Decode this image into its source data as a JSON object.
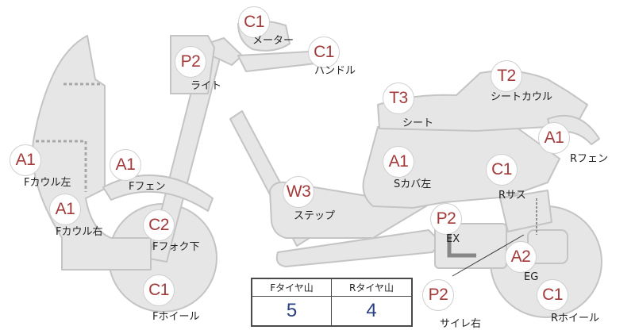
{
  "parts": [
    {
      "id": "meter",
      "code": "C1",
      "label": "メーター"
    },
    {
      "id": "handle",
      "code": "C1",
      "label": "ハンドル"
    },
    {
      "id": "light",
      "code": "P2",
      "label": "ライト"
    },
    {
      "id": "seat",
      "code": "T3",
      "label": "シート"
    },
    {
      "id": "seat-cowl",
      "code": "T2",
      "label": "シートカウル"
    },
    {
      "id": "f-cowl-left",
      "code": "A1",
      "label": "Fカウル左"
    },
    {
      "id": "f-fender",
      "code": "A1",
      "label": "Fフェン"
    },
    {
      "id": "s-cover-left",
      "code": "A1",
      "label": "Sカバ左"
    },
    {
      "id": "r-fender",
      "code": "A1",
      "label": "Rフェン"
    },
    {
      "id": "r-suspension",
      "code": "C1",
      "label": "Rサス"
    },
    {
      "id": "step",
      "code": "W3",
      "label": "ステップ"
    },
    {
      "id": "f-cowl-right",
      "code": "A1",
      "label": "Fカウル右"
    },
    {
      "id": "f-fork-lower",
      "code": "C2",
      "label": "Fフォク下"
    },
    {
      "id": "exhaust",
      "code": "P2",
      "label": "EX"
    },
    {
      "id": "engine",
      "code": "A2",
      "label": "EG"
    },
    {
      "id": "f-wheel",
      "code": "C1",
      "label": "Fホイール"
    },
    {
      "id": "silencer-right",
      "code": "P2",
      "label": "サイレ右"
    },
    {
      "id": "r-wheel",
      "code": "C1",
      "label": "Rホイール"
    }
  ],
  "tread": {
    "front_header": "Fタイヤ山",
    "rear_header": "Rタイヤ山",
    "front_value": "5",
    "rear_value": "4"
  },
  "colors": {
    "body_fill": "#e6e6e6",
    "body_stroke": "#c4c4c4",
    "badge_text": "#a33a3a",
    "tread_value": "#2a3f80"
  }
}
